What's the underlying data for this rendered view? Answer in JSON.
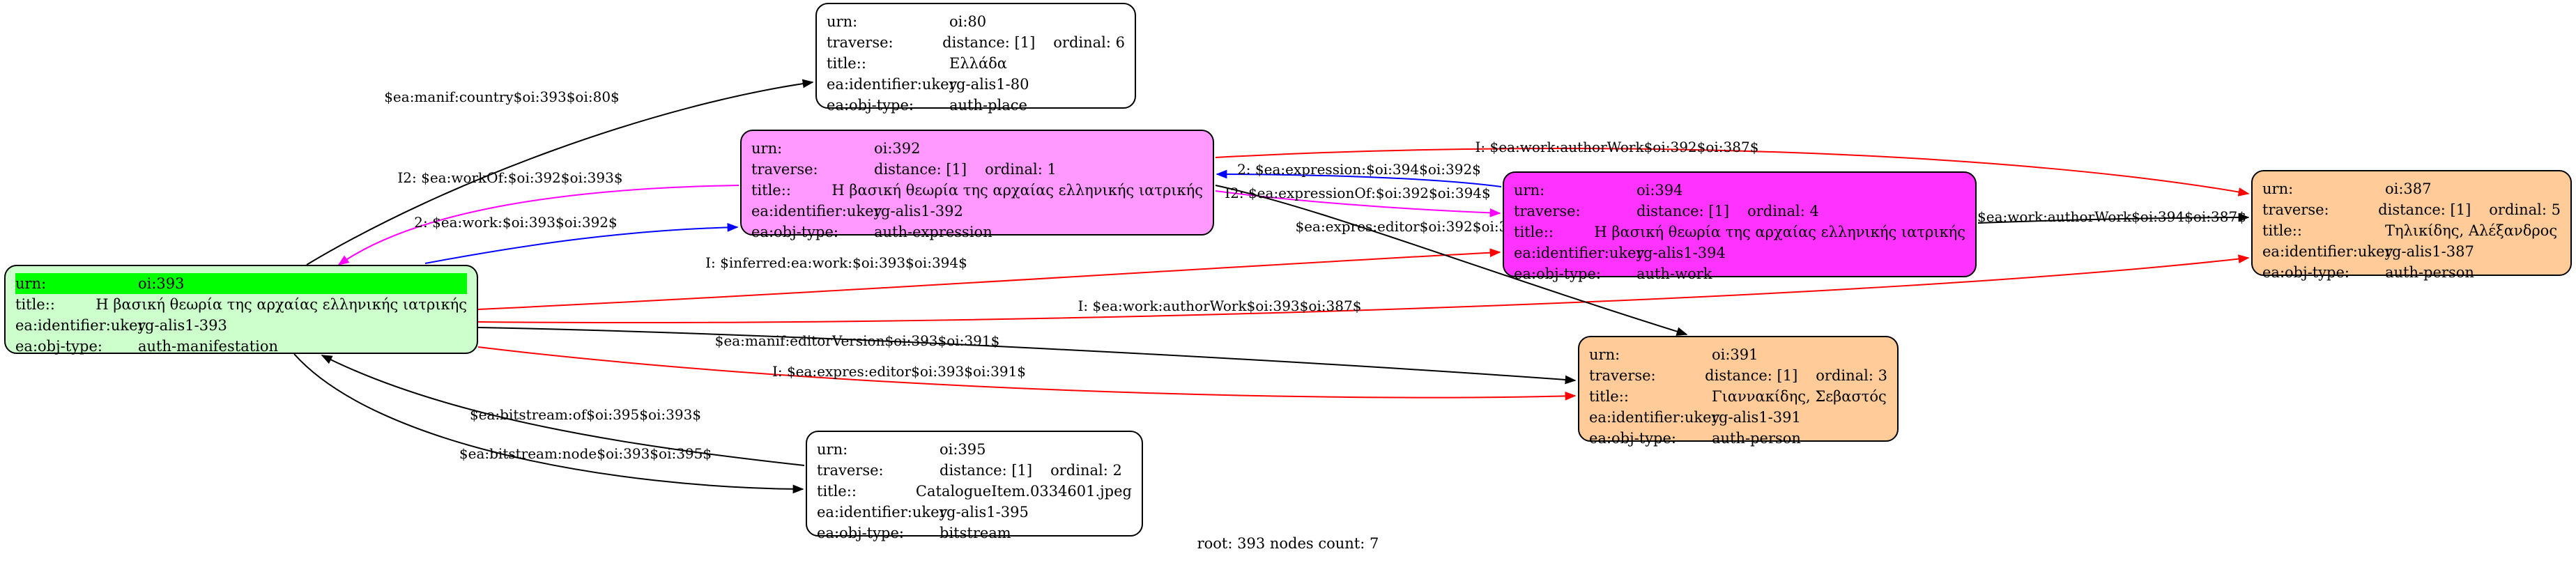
{
  "nodes": {
    "oi80": {
      "fill": "#ffffff",
      "rows": [
        {
          "key": "urn:",
          "value": "oi:80"
        },
        {
          "key": "traverse:",
          "value": "distance: [1]",
          "extra": "ordinal: 6"
        },
        {
          "key": "title::",
          "value": "Ελλάδα"
        },
        {
          "key": "ea:identifier:ukey",
          "value": "rg-alis1-80"
        },
        {
          "key": "ea:obj-type:",
          "value": "auth-place"
        }
      ]
    },
    "oi392": {
      "fill": "#ff99ff",
      "rows": [
        {
          "key": "urn:",
          "value": "oi:392"
        },
        {
          "key": "traverse:",
          "value": "distance: [1]",
          "extra": "ordinal: 1"
        },
        {
          "key": "title::",
          "value": "Η βασική θεωρία της αρχαίας ελληνικής ιατρικής"
        },
        {
          "key": "ea:identifier:ukey",
          "value": "rg-alis1-392"
        },
        {
          "key": "ea:obj-type:",
          "value": "auth-expression"
        }
      ]
    },
    "oi393": {
      "fill": "#ccffcc",
      "highlight": "#00ff00",
      "rows": [
        {
          "key": "urn:",
          "value": "oi:393"
        },
        {
          "key": "title::",
          "value": "Η βασική θεωρία της αρχαίας ελληνικής ιατρικής"
        },
        {
          "key": "ea:identifier:ukey",
          "value": "rg-alis1-393"
        },
        {
          "key": "ea:obj-type:",
          "value": "auth-manifestation"
        }
      ]
    },
    "oi394": {
      "fill": "#ff33ff",
      "rows": [
        {
          "key": "urn:",
          "value": "oi:394"
        },
        {
          "key": "traverse:",
          "value": "distance: [1]",
          "extra": "ordinal: 4"
        },
        {
          "key": "title::",
          "value": "Η βασική θεωρία της αρχαίας ελληνικής ιατρικής"
        },
        {
          "key": "ea:identifier:ukey",
          "value": "rg-alis1-394"
        },
        {
          "key": "ea:obj-type:",
          "value": "auth-work"
        }
      ]
    },
    "oi387": {
      "fill": "#ffcc99",
      "rows": [
        {
          "key": "urn:",
          "value": "oi:387"
        },
        {
          "key": "traverse:",
          "value": "distance: [1]",
          "extra": "ordinal: 5"
        },
        {
          "key": "title::",
          "value": "Τηλικίδης, Αλέξανδρος"
        },
        {
          "key": "ea:identifier:ukey",
          "value": "rg-alis1-387"
        },
        {
          "key": "ea:obj-type:",
          "value": "auth-person"
        }
      ]
    },
    "oi391": {
      "fill": "#ffcc99",
      "rows": [
        {
          "key": "urn:",
          "value": "oi:391"
        },
        {
          "key": "traverse:",
          "value": "distance: [1]",
          "extra": "ordinal: 3"
        },
        {
          "key": "title::",
          "value": "Γιαννακίδης, Σεβαστός"
        },
        {
          "key": "ea:identifier:ukey",
          "value": "rg-alis1-391"
        },
        {
          "key": "ea:obj-type:",
          "value": "auth-person"
        }
      ]
    },
    "oi395": {
      "fill": "#ffffff",
      "rows": [
        {
          "key": "urn:",
          "value": "oi:395"
        },
        {
          "key": "traverse:",
          "value": "distance: [1]",
          "extra": "ordinal: 2"
        },
        {
          "key": "title::",
          "value": "CatalogueItem.0334601.jpeg"
        },
        {
          "key": "ea:identifier:ukey",
          "value": "rg-alis1-395"
        },
        {
          "key": "ea:obj-type:",
          "value": "bitstream"
        }
      ]
    }
  },
  "edges": [
    {
      "label": "$ea:manif:country$oi:393$oi:80$",
      "color": "#000000"
    },
    {
      "label": "I2: $ea:workOf:$oi:392$oi:393$",
      "color": "#ff00ff"
    },
    {
      "label": "2: $ea:work:$oi:393$oi:392$",
      "color": "#0000ff"
    },
    {
      "label": "I: $inferred:ea:work:$oi:393$oi:394$",
      "color": "#ff0000"
    },
    {
      "label": "I: $ea:work:authorWork$oi:393$oi:387$",
      "color": "#ff0000"
    },
    {
      "label": "$ea:manif:editorVersion$oi:393$oi:391$",
      "color": "#000000"
    },
    {
      "label": "I: $ea:expres:editor$oi:393$oi:391$",
      "color": "#ff0000"
    },
    {
      "label": "$ea:bitstream:of$oi:395$oi:393$",
      "color": "#000000"
    },
    {
      "label": "$ea:bitstream:node$oi:393$oi:395$",
      "color": "#000000"
    },
    {
      "label": "I: $ea:work:authorWork$oi:392$oi:387$",
      "color": "#ff0000"
    },
    {
      "label": "2: $ea:expression:$oi:394$oi:392$",
      "color": "#0000ff"
    },
    {
      "label": "I2: $ea:expressionOf:$oi:392$oi:394$",
      "color": "#ff00ff"
    },
    {
      "label": "$ea:expres:editor$oi:392$oi:391$",
      "color": "#000000"
    },
    {
      "label": "$ea:work:authorWork$oi:394$oi:387$",
      "color": "#000000"
    }
  ],
  "footer": "root: 393 nodes count: 7"
}
